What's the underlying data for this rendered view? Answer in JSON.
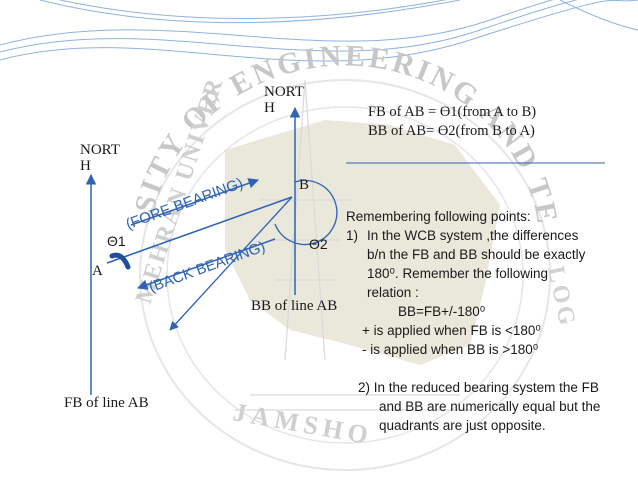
{
  "colors": {
    "accent_blue": "#2f63b4",
    "arc_blue": "#1f4e9a",
    "wave_blue": "#8fb3df",
    "seal_tan": "#d8d3bd",
    "seal_text": "#c7c7c7"
  },
  "seal": {
    "arc_text": "SITY OF ENGINEERING AND TE",
    "left_text": "MEHRAN UNIVER",
    "bottom_text": "JAMSHO",
    "right_text": "LOG"
  },
  "diagram": {
    "north_left": [
      "NORT",
      "H"
    ],
    "north_right": [
      "NORT",
      "H"
    ],
    "point_a": "A",
    "point_b": "B",
    "theta1": "Θ1",
    "theta2": "Θ2",
    "fore_bearing": "(FORE BEARING)",
    "back_bearing": "(BACK BEARING)",
    "bb_of_line": "BB of line AB",
    "fb_of_line": "FB of line AB"
  },
  "definitions": {
    "fb": "FB of AB = Ө1(from A to B)",
    "bb": "BB  of AB= Ө2(from B to A)"
  },
  "notes": {
    "heading": "Remembering following points:",
    "p1_num": "1)",
    "p1_line1": "In the WCB  system ,the differences",
    "p1_line2": "b/n the FB and BB should be exactly",
    "p1_line3": "180⁰. Remember the following",
    "p1_line4": "relation :",
    "formula": "BB=FB+/-180⁰",
    "plus_rule": "+ is applied when FB is <180⁰",
    "minus_rule": "-  is applied when BB is >180⁰",
    "p2_line1": "2)  In the reduced bearing system the FB",
    "p2_line2": "and BB are numerically equal but the",
    "p2_line3": "quadrants are just opposite."
  }
}
